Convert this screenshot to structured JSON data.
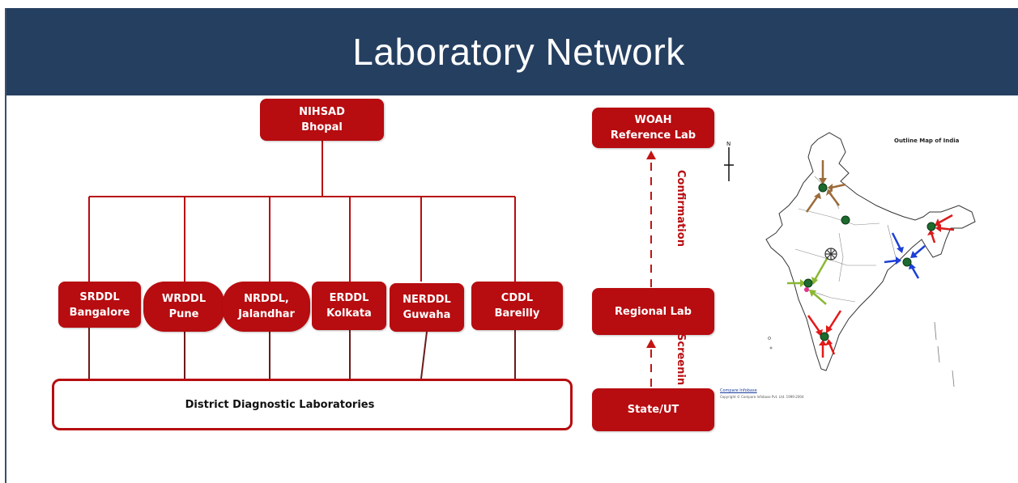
{
  "header": {
    "title": "Laboratory Network"
  },
  "hierarchy": {
    "top": {
      "line1": "NIHSAD",
      "line2": "Bhopal"
    },
    "regional": [
      {
        "line1": "SRDDL",
        "line2": "Bangalore"
      },
      {
        "line1": "WRDDL",
        "line2": "Pune"
      },
      {
        "line1": "NRDDL,",
        "line2": "Jalandhar"
      },
      {
        "line1": "ERDDL",
        "line2": "Kolkata"
      },
      {
        "line1": "NERDDL",
        "line2": "Guwaha"
      },
      {
        "line1": "CDDL",
        "line2": "Bareilly"
      }
    ],
    "district": "District Diagnostic Laboratories"
  },
  "flow": {
    "woah": {
      "line1": "WOAH",
      "line2": "Reference Lab"
    },
    "regional_lab": "Regional  Lab",
    "state": "State/UT",
    "confirmation_label": "Confirmation",
    "screening_label": "Screenin"
  },
  "map": {
    "title": "Outline Map of India",
    "brand": "Compare Infobase",
    "copyright": "Copyright © Compare Infobase Pvt. Ltd. 1999-2004",
    "colors": {
      "north": "#9c6b3a",
      "east": "#d91b1b",
      "northeast_in": "#1d3fd6",
      "west": "#8ab833",
      "south": "#e31919",
      "lab_dot": "#1d6b2e"
    }
  },
  "colors": {
    "header_bg": "#253f60",
    "box_red": "#b70c10",
    "title_text": "#ffffff"
  }
}
